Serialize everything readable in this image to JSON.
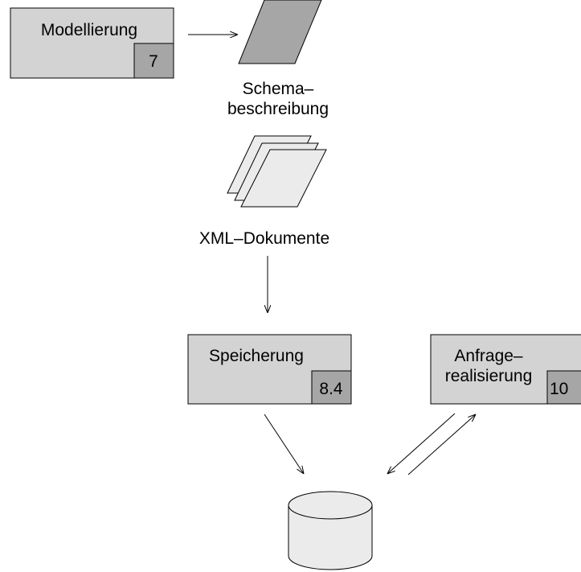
{
  "colors": {
    "box_fill": "#d3d3d3",
    "badge_fill": "#a6a6a6",
    "doc_fill": "#ebebeb",
    "schema_fill": "#a6a6a6",
    "db_fill": "#ebebeb",
    "line": "#000000"
  },
  "modellierung": {
    "title": "Modellierung",
    "badge": "7"
  },
  "schema": {
    "line1": "Schema–",
    "line2": "beschreibung"
  },
  "xml_docs": {
    "label": "XML–Dokumente"
  },
  "speicherung": {
    "title": "Speicherung",
    "badge": "8.4"
  },
  "anfrage": {
    "line1": "Anfrage–",
    "line2": "realisierung",
    "badge": "10"
  },
  "database": {
    "icon": "database-cylinder-icon"
  }
}
